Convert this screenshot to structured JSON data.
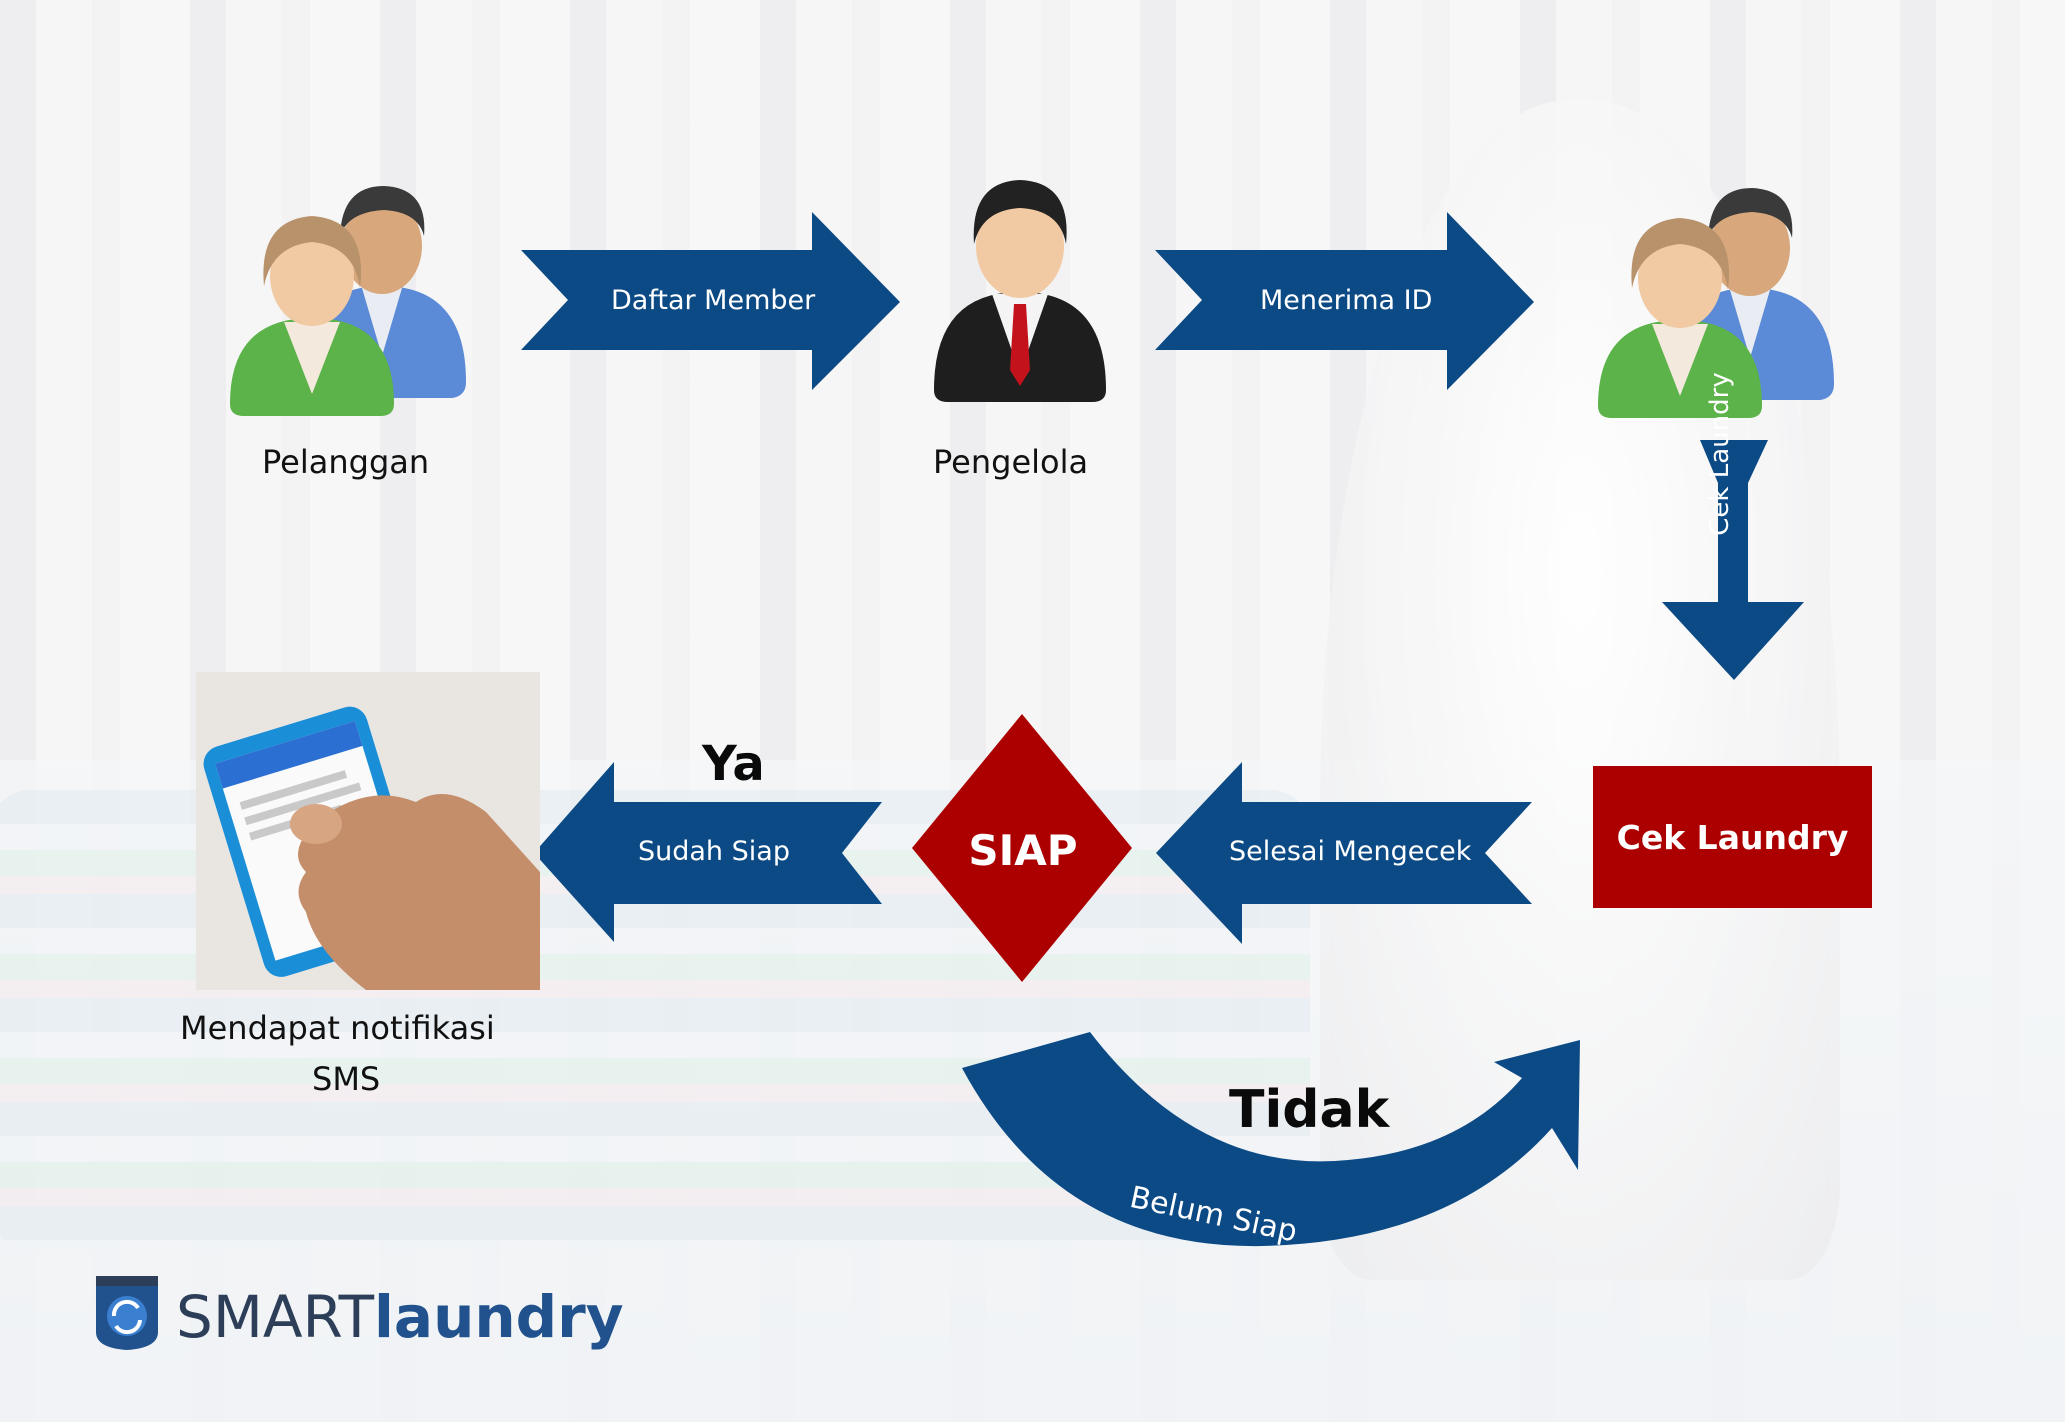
{
  "nodes": {
    "pelanggan": "Pelanggan",
    "pengelola": "Pengelola",
    "notifikasi_line1": "Mendapat notifikasi",
    "notifikasi_line2": "SMS",
    "cek_laundry_box": "Cek Laundry",
    "siap_decision": "SIAP"
  },
  "arrows": {
    "daftar_member": "Daftar Member",
    "menerima_id": "Menerima ID",
    "cek_laundry": "Cek Laundry",
    "selesai_mengecek": "Selesai Mengecek",
    "sudah_siap": "Sudah Siap",
    "belum_siap": "Belum Siap"
  },
  "branches": {
    "ya": "Ya",
    "tidak": "Tidak"
  },
  "logo": {
    "smart": "SMART",
    "laundry": "laundry"
  },
  "colors": {
    "arrow_blue": "#0c4a85",
    "decision_red": "#ac0000",
    "brand_dark": "#2c3e58",
    "brand_blue": "#21528d"
  }
}
